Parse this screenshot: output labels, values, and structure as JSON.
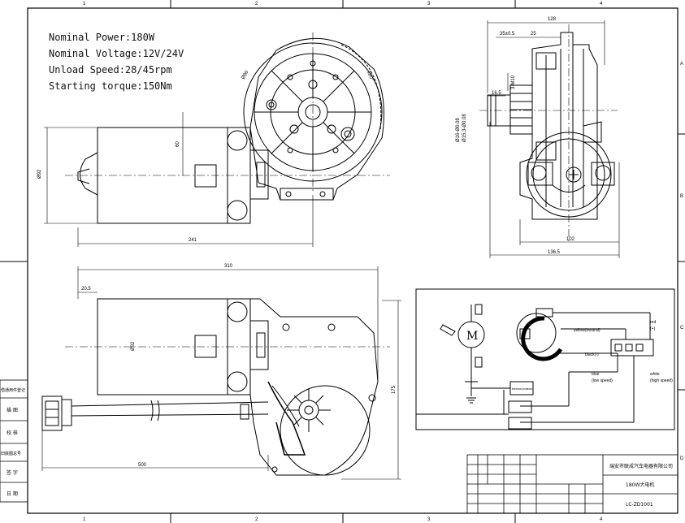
{
  "specs": {
    "power": "Nominal Power:180W",
    "voltage": "Nominal Voltage:12V/24V",
    "speed": "Unload Speed:28/45rpm",
    "torque": "Starting torque:150Nm"
  },
  "grid": {
    "cols": [
      "1",
      "2",
      "3",
      "4"
    ],
    "rows": [
      "A",
      "B",
      "C",
      "D"
    ]
  },
  "dims": {
    "d60": "60",
    "d92": "Ø92",
    "d241": "241",
    "d310": "310",
    "d20_5": "20.5",
    "d92b": "Ø92",
    "d175": "175",
    "d500": "500",
    "d128": "128",
    "d35": "35±0.5",
    "d25": "25",
    "d16_5": "16.5",
    "d102": "102",
    "d136_5": "136.5",
    "d120": "120°",
    "d90": "Ø90",
    "dm10": "3-M10",
    "dphi16": "Ø16-Ø0.08",
    "dphi15": "Ø15.3-Ø0.08"
  },
  "schematic": {
    "motor": "M",
    "yellow": "yellow(neutral)",
    "black": "black(-)",
    "blue": "blue",
    "blue_sub": "(low speed)",
    "white": "white",
    "white_sub": "(high speed)",
    "red": "red",
    "red_sub": "(+)",
    "box_label": "thermal protector"
  },
  "title_block": {
    "company": "瑞安市联成汽车电器有限公司",
    "product": "180W大电机",
    "code": "LC-ZD1001"
  },
  "side_table": [
    "借通用件登记",
    "描 图",
    "校 核",
    "旧底图总号",
    "签 字",
    "日 期"
  ]
}
